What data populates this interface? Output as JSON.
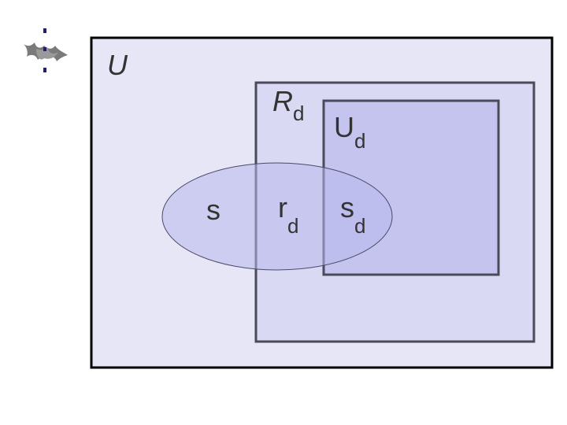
{
  "logo": {
    "name": "university-flame-logo",
    "icon": "flame-icon",
    "color": "#7a7a7a",
    "accent": "#1f1f6b"
  },
  "diagram": {
    "universe": {
      "label": "U",
      "fill": "#e6e6f7",
      "stroke": "#000000"
    },
    "R": {
      "label": "R",
      "subscript": "d",
      "fill": "#d9d9f4",
      "stroke": "#4a4a5a"
    },
    "Ud": {
      "label": "U",
      "subscript": "d",
      "fill": "#c4c4ef",
      "stroke": "#4a4a5a"
    },
    "S": {
      "label": "s",
      "fill": "#b8b8ec",
      "stroke": "#4a4a6a"
    },
    "r": {
      "label": "r",
      "subscript": "d"
    },
    "s": {
      "label": "s",
      "subscript": "d"
    }
  }
}
